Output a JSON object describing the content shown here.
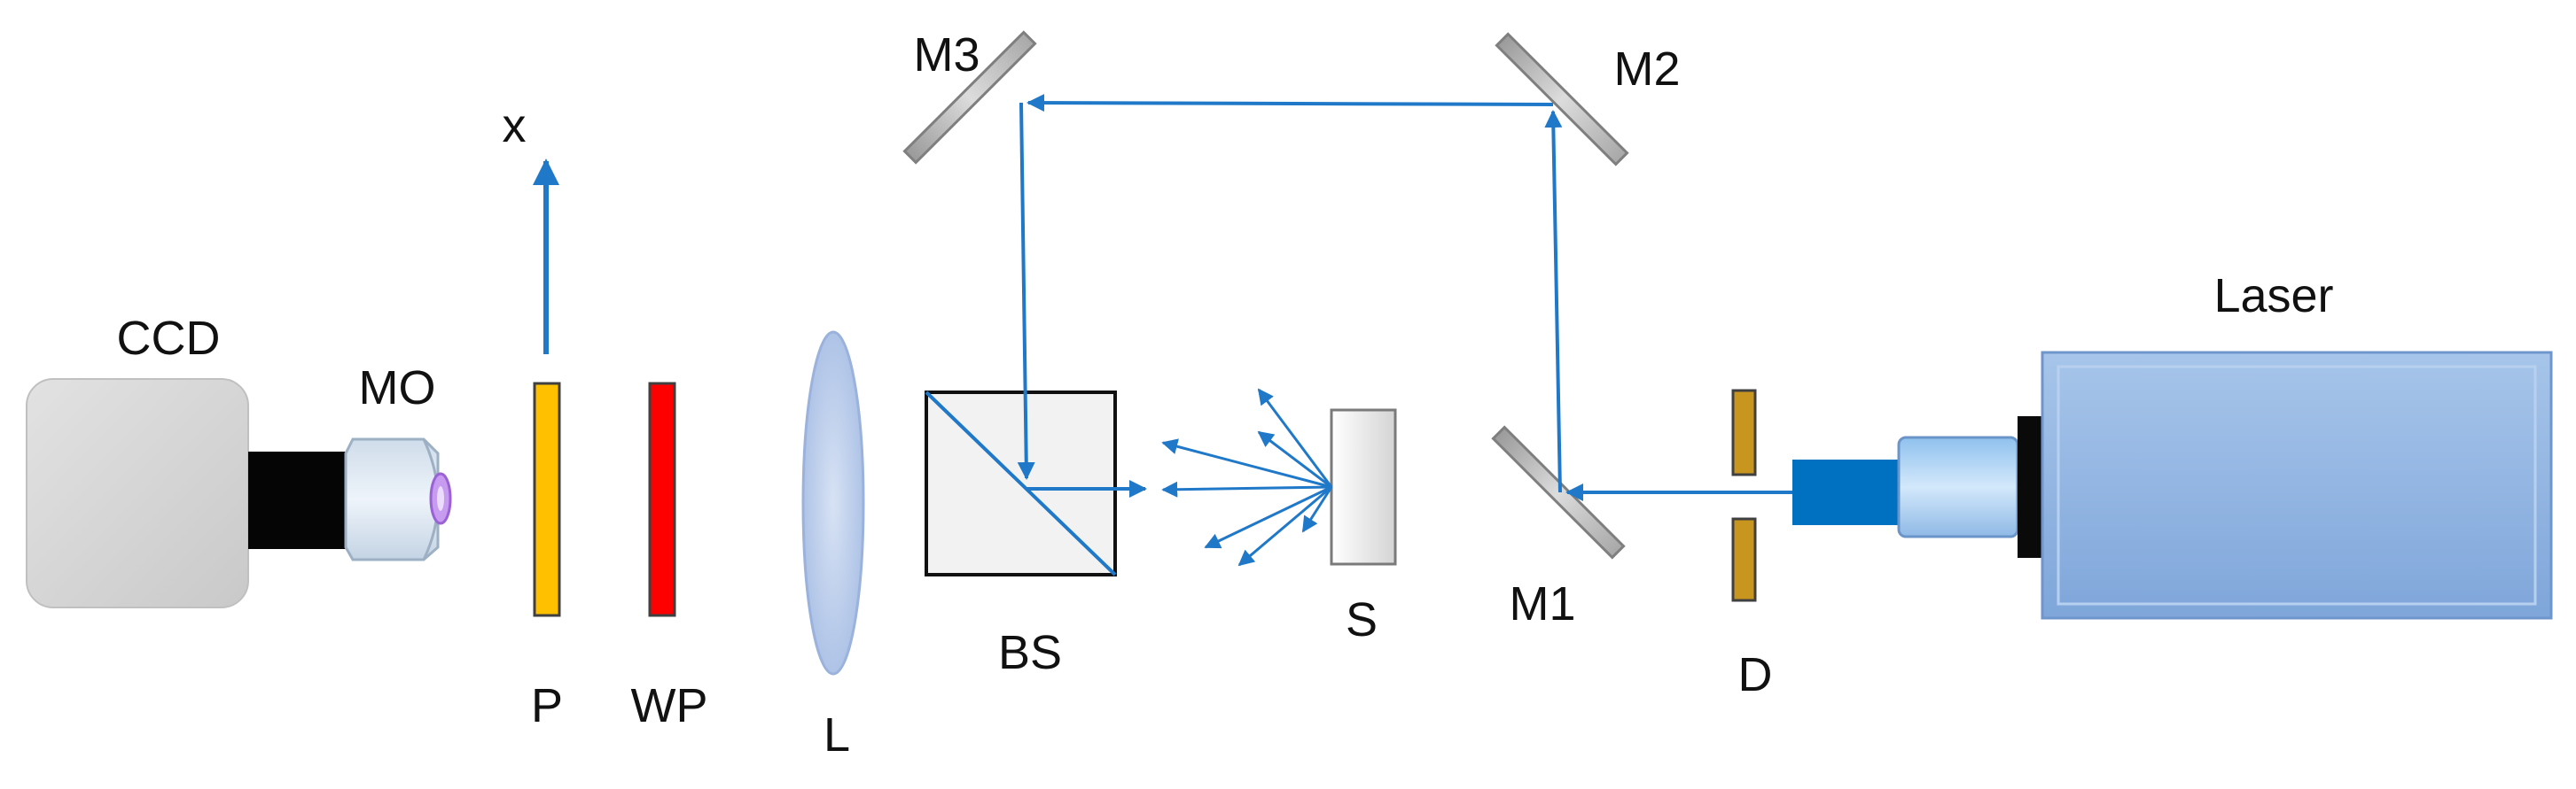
{
  "labels": {
    "ccd": "CCD",
    "mo": "MO",
    "x_axis": "x",
    "p": "P",
    "wp": "WP",
    "l": "L",
    "bs": "BS",
    "s": "S",
    "m1": "M1",
    "m2": "M2",
    "m3": "M3",
    "d": "D",
    "laser": "Laser"
  },
  "colors": {
    "beam": "#1f78c8",
    "polarizer": "#ffc000",
    "waveplate": "#ff0000",
    "diaphragm": "#c8961e",
    "laser_body": "#8db4e2",
    "camera": "#d6d6d6",
    "mirror": "#bfbfbf"
  }
}
